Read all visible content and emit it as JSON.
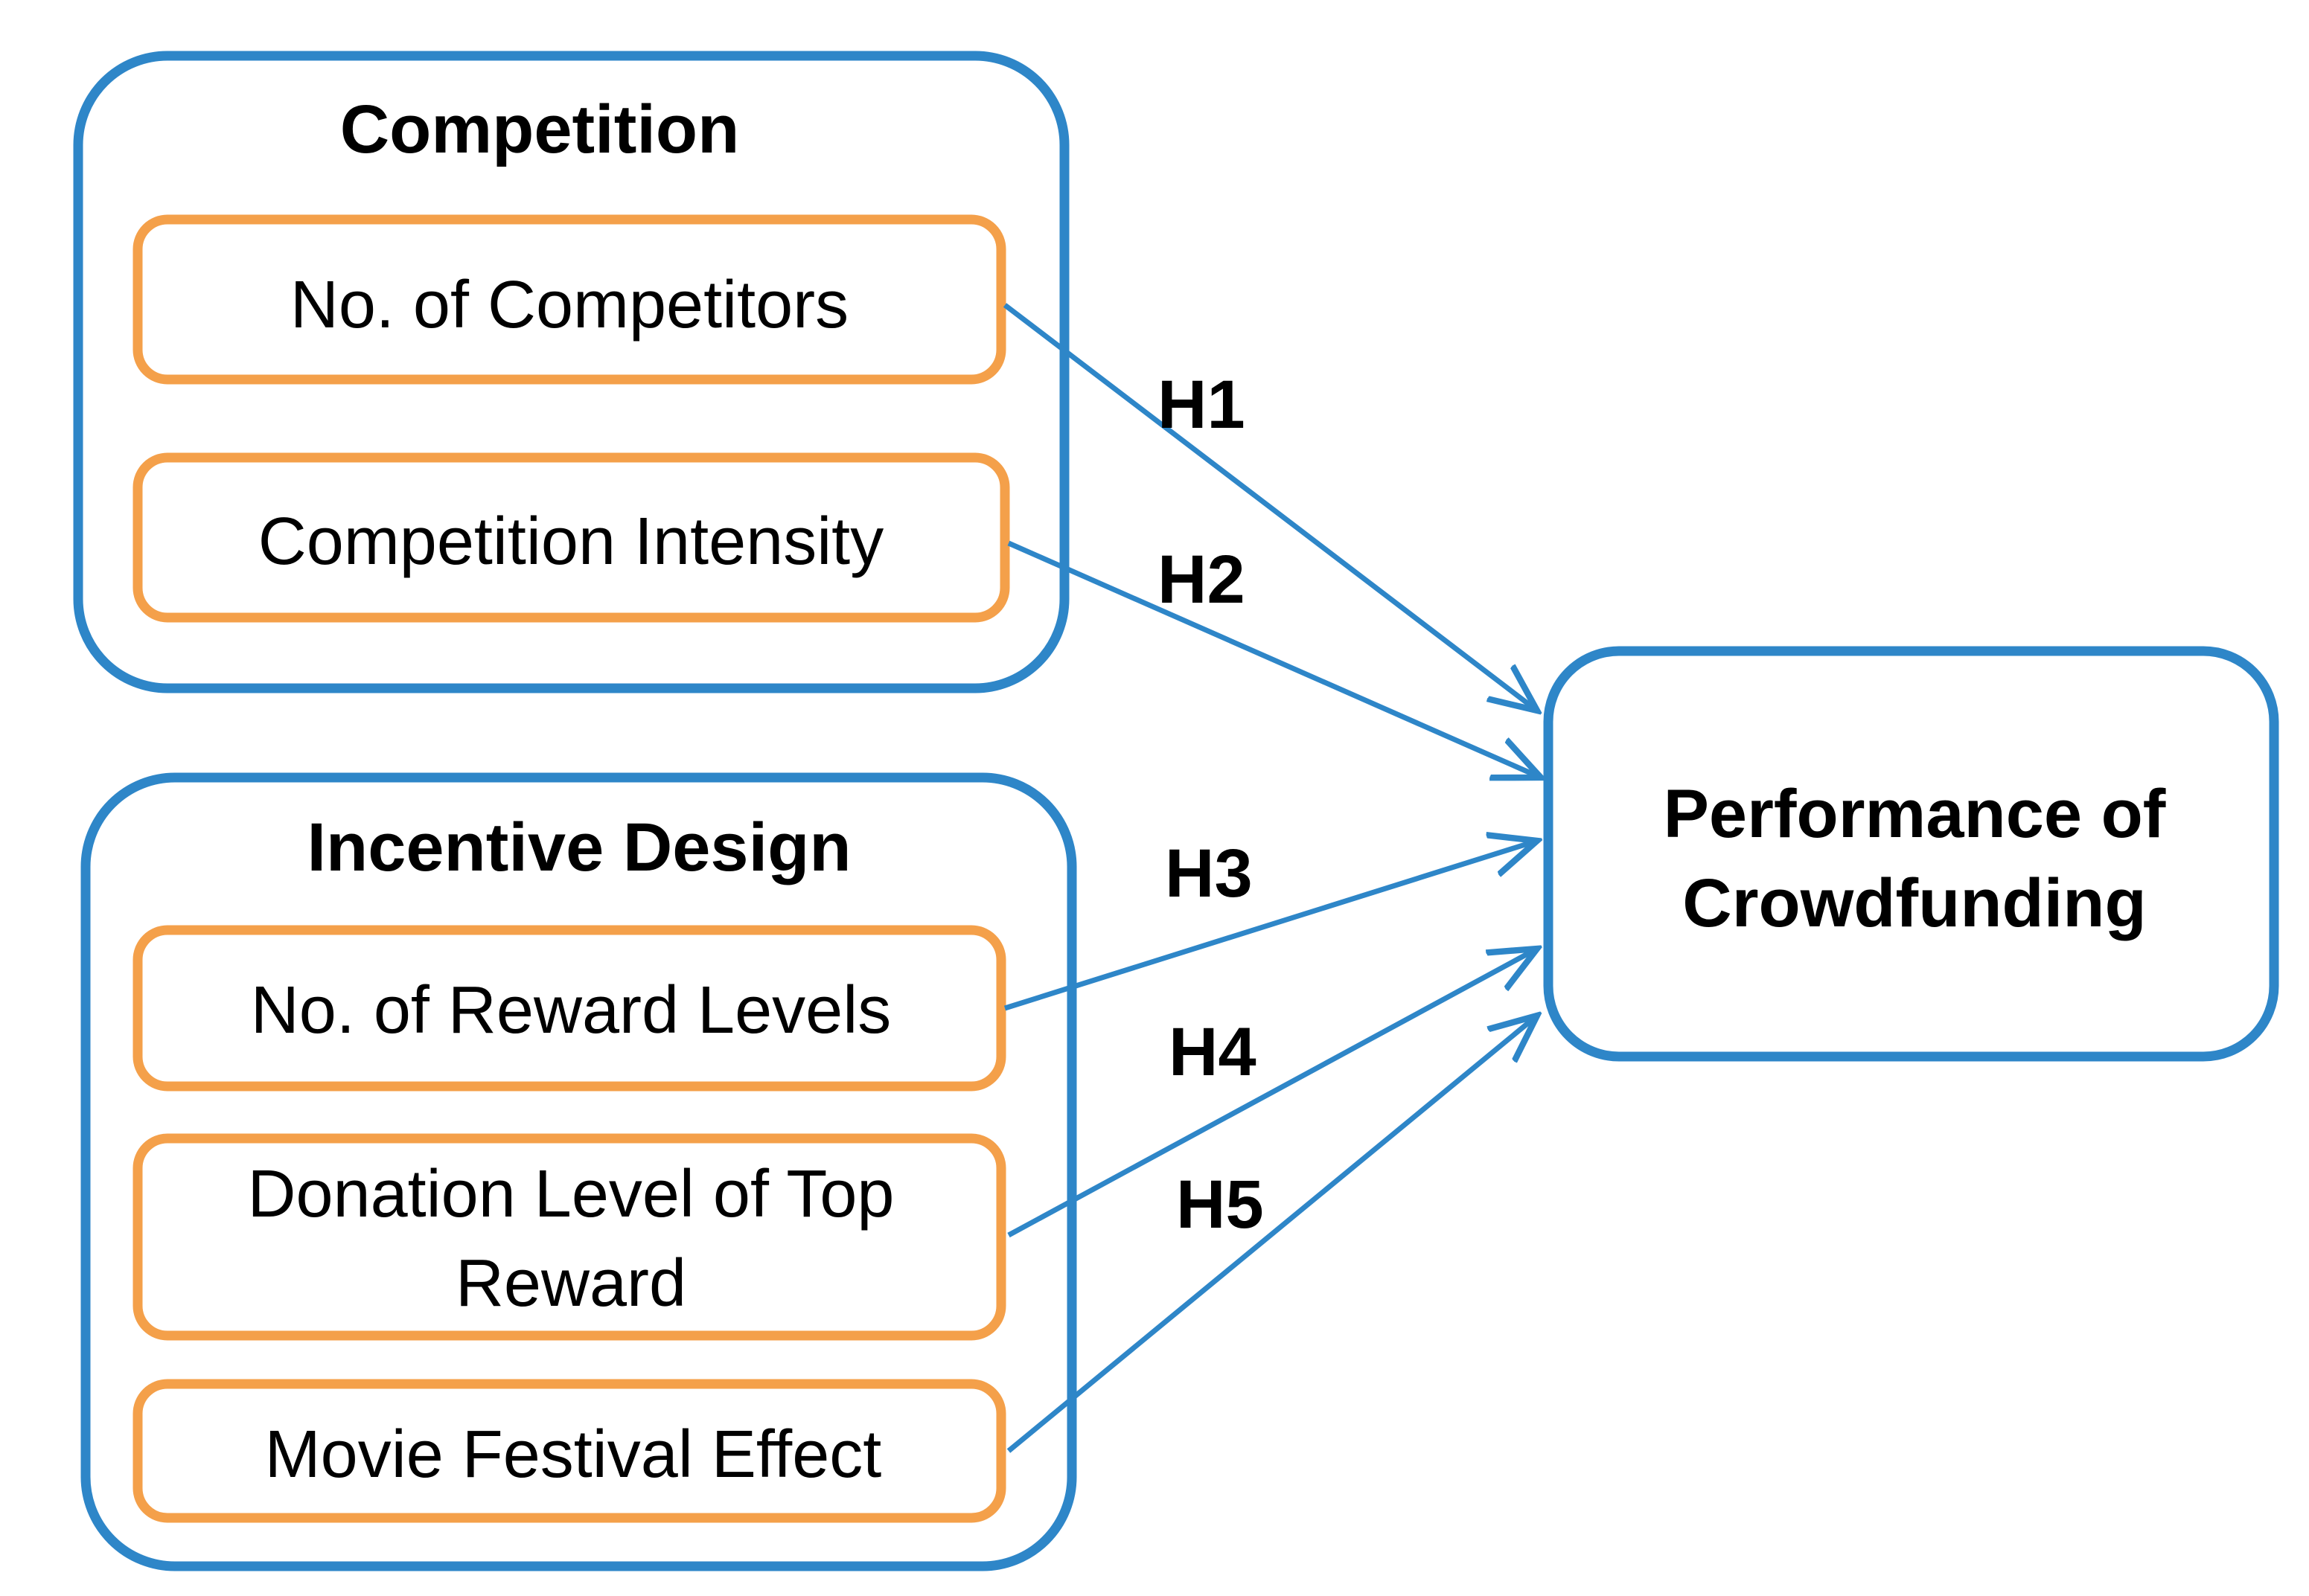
{
  "groups": {
    "competition": {
      "title": "Competition",
      "factors": [
        "No. of Competitors",
        "Competition Intensity"
      ]
    },
    "incentive": {
      "title": "Incentive Design",
      "factors": [
        "No. of Reward Levels",
        "Donation Level of Top",
        "Reward",
        "Movie Festival Effect"
      ]
    }
  },
  "outcome": {
    "line1": "Performance of",
    "line2": "Crowdfunding"
  },
  "hypotheses": [
    "H1",
    "H2",
    "H3",
    "H4",
    "H5"
  ],
  "colors": {
    "group_border": "#2e86c8",
    "factor_border": "#f4a04a",
    "arrow": "#2e86c8",
    "text": "#000000"
  }
}
